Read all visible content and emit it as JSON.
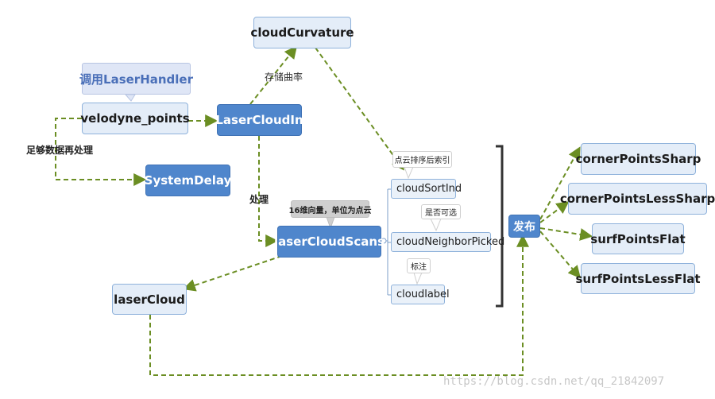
{
  "nodes": {
    "cloud_curvature": "cloudCurvature",
    "velodyne_points": "velodyne_points",
    "laser_cloud_in": "LaserCloudIn",
    "system_delay": "SystemDelay",
    "laser_cloud_scans": "laserCloudScans",
    "laser_cloud": "laserCloud",
    "publish": "发布",
    "outputs": [
      "cornerPointsSharp",
      "cornerPointsLessSharp",
      "surfPointsFlat",
      "surfPointsLessFlat"
    ]
  },
  "leaves": [
    "cloudSortInd",
    "cloudNeighborPicked",
    "cloudlabel"
  ],
  "callouts": {
    "call_handler": "调用LaserHandler",
    "sort_index": "点云排序后索引",
    "selectable": "是否可选",
    "mark": "标注",
    "vector16": "16维向量，单位为点云"
  },
  "edge_labels": {
    "store_curvature": "存储曲率",
    "enough_data": "足够数据再处理",
    "process": "处理"
  },
  "watermark": "https://blog.csdn.net/qq_21842097",
  "colors": {
    "arrow": "#6b8e23",
    "node_fill": "#e4edf8",
    "node_dark": "#4f86cc",
    "bracket": "#333333"
  }
}
